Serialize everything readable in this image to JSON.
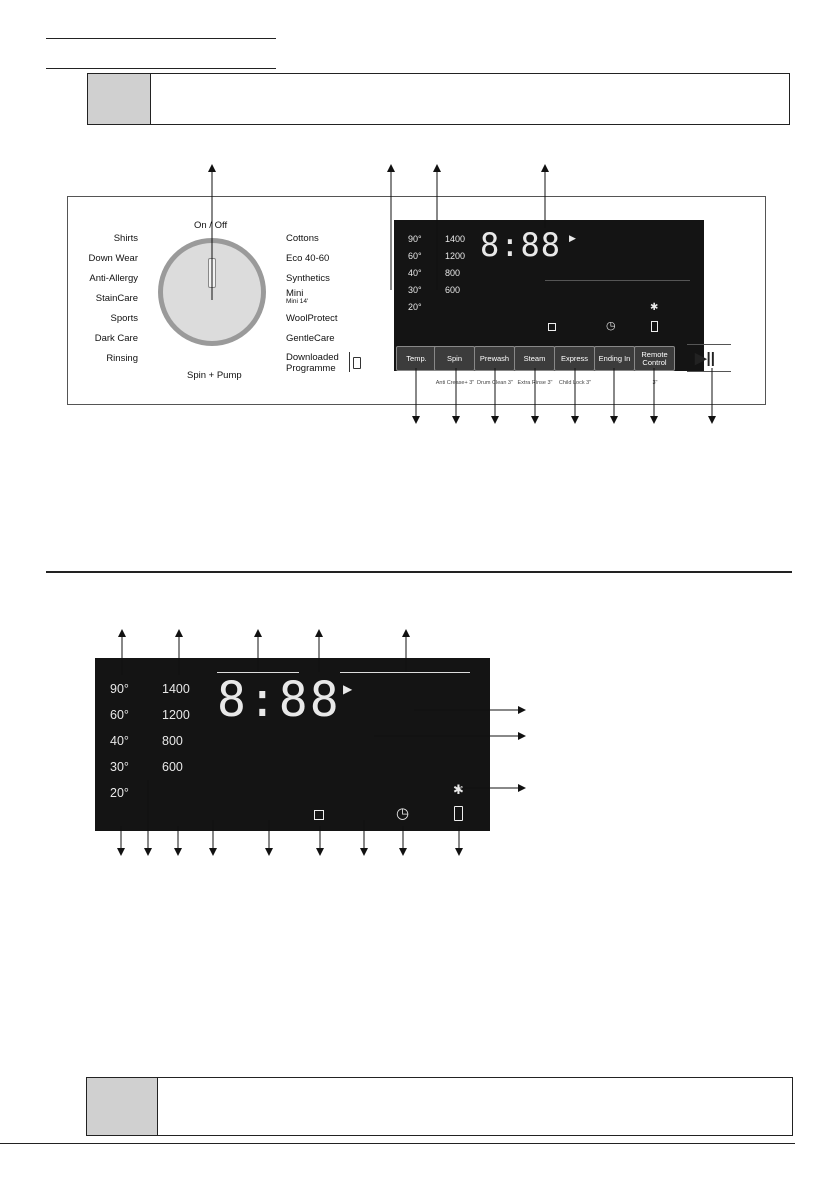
{
  "dial": {
    "left_programmes": [
      "Shirts",
      "Down Wear",
      "Anti-Allergy",
      "StainCare",
      "Sports",
      "Dark Care",
      "Rinsing"
    ],
    "top_label": "On / Off",
    "bottom_label": "Spin + Pump",
    "right_programmes": [
      "Cottons",
      "Eco 40-60",
      "Synthetics",
      "Mini",
      "WoolProtect",
      "GentleCare",
      "Downloaded Programme"
    ],
    "mini_sub": "Mini 14'"
  },
  "temps": [
    "90°",
    "60°",
    "40°",
    "30°",
    "20°"
  ],
  "spins": [
    "1400",
    "1200",
    "800",
    "600"
  ],
  "digits": "8:88",
  "buttons": [
    {
      "label": "Temp.",
      "sub": ""
    },
    {
      "label": "Spin",
      "sub": "Anti Crease+ 3\""
    },
    {
      "label": "Prewash",
      "sub": "Drum Clean 3\""
    },
    {
      "label": "Steam",
      "sub": "Extra Rinse 3\""
    },
    {
      "label": "Express",
      "sub": "Child Lock 3\""
    },
    {
      "label": "Ending In",
      "sub": ""
    },
    {
      "label": "Remote Control",
      "sub": "3\""
    }
  ],
  "icons": {
    "play": "▶",
    "bluetooth": "✱",
    "lock": "🔒",
    "timer": "◷",
    "phone": "▯",
    "start_pause": "▶||"
  }
}
